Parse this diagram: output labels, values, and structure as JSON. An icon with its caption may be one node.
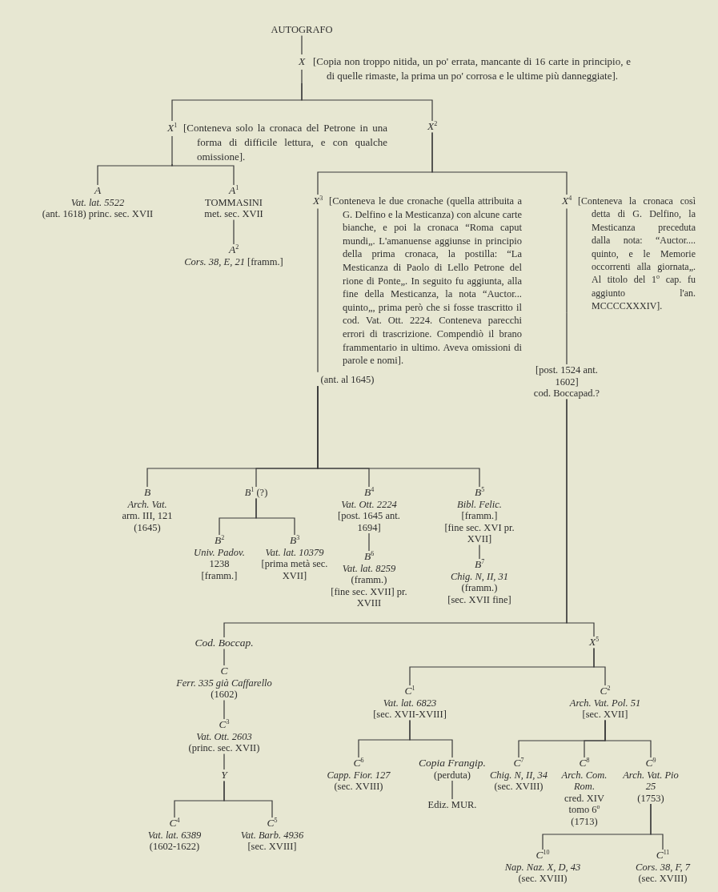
{
  "diagram": {
    "nodes": [
      {
        "text": [
          "AUTOGRAFO"
        ]
      },
      {
        "text": [
          "X",
          "[Copia non troppo nitida, un po' errata, mancante di 16 carte in principio, e di quelle rimaste, la prima un po' corrosa e le ultime più danneggiate]."
        ]
      },
      {
        "text": [
          "X$^{1}$",
          "[Conteneva solo la cronaca del Petrone in una forma di difficile lettura, e con qualche omissione]."
        ]
      },
      {
        "text": [
          "X$^{2}$"
        ]
      },
      {
        "text": [
          "A",
          "Vat. lat. 5522",
          "(ant. 1618) princ. sec. XVII"
        ]
      },
      {
        "text": [
          "A$^{1}$",
          "TOMMASINI",
          "met. sec. XVII"
        ]
      },
      {
        "text": [
          "A$^{2}$",
          "*Cors. 38, E, 21* [framm.]"
        ]
      },
      {
        "text": [
          "X$^{3}$",
          "[Conteneva le due cronache (quella attribuita a G. Delfino e la Mesticanza) con alcune carte bianche, e poi la cronaca “Roma caput mundi„. L'amanuense aggiunse in principio della prima cronaca, la postilla: “La Mesticanza di Paolo di Lello Petrone del rione di Ponte„. In seguito fu aggiunta, alla fine della Mesticanza, la nota “Auctor... quinto„, prima però che si fosse trascritto il cod. Vat. Ott. 2224. Conteneva parecchi errori di trascrizione. Compendiò il brano frammentario in ultimo. Aveva omissioni di parole e nomi]."
        ],
        "beside": [
          "(ant. al 1645)"
        ]
      },
      {
        "text": [
          "X$^{4}$",
          "[Conteneva la cronaca così detta di G. Delfino, la Mesticanza preceduta dalla nota: “Auctor.... quinto, e le Memorie occorrenti alla giornata„. Al titolo del 1$^{o}$ cap. fu aggiunto l'an. MCCCCXXXIV]."
        ]
      },
      {
        "text": [
          "B",
          "Arch. Vat.",
          "arm. III, 121",
          "(1645)"
        ]
      },
      {
        "text": [
          "*B*$^{1}$ (?)"
        ]
      },
      {
        "text": [
          "B$^{2}$",
          "Univ. Padov.",
          "1238",
          "[framm.]"
        ]
      },
      {
        "text": [
          "B$^{3}$",
          "Vat. lat. 10379",
          "[prima metà sec. XVII]"
        ]
      },
      {
        "text": [
          "B$^{4}$",
          "Vat. Ott. 2224",
          "[post. 1645 ant. 1694]"
        ]
      },
      {
        "text": [
          "B$^{6}$",
          "Vat. lat. 8259",
          "(framm.)",
          "[fine sec. XVII] pr. XVIII"
        ]
      },
      {
        "text": [
          "B$^{5}$",
          "Bibl. Felic.",
          "[framm.]",
          "[fine sec. XVI pr. XVII]"
        ]
      },
      {
        "text": [
          "B$^{7}$",
          "Chig. N, II, 31",
          "(framm.)",
          "[sec. XVII fine]"
        ]
      },
      {
        "text": [
          "[post. 1524 ant. 1602]",
          "cod. Boccapad.?"
        ]
      },
      {
        "text": [
          "Cod. Boccap."
        ]
      },
      {
        "text": [
          "C",
          "Ferr. 335 già Caffarello",
          "(1602)"
        ]
      },
      {
        "text": [
          "C$^{3}$",
          "Vat. Ott. 2603",
          "(princ. sec. XVII)"
        ]
      },
      {
        "text": [
          "Y"
        ]
      },
      {
        "text": [
          "C$^{4}$",
          "Vat. lat. 6389",
          "(1602-1622)"
        ]
      },
      {
        "text": [
          "C$^{5}$",
          "Vat. Barb. 4936",
          "[sec. XVIII]"
        ]
      },
      {
        "text": [
          "X$^{5}$"
        ]
      },
      {
        "text": [
          "C$^{1}$",
          "Vat. lat. 6823",
          "[sec. XVII-XVIII]"
        ]
      },
      {
        "text": [
          "C$^{2}$",
          "Arch. Vat. Pol. 51",
          "[sec. XVII]"
        ]
      },
      {
        "text": [
          "C$^{6}$",
          "Capp. Fior. 127",
          "(sec. XVIII)"
        ]
      },
      {
        "text": [
          "Copia Frangip.",
          "(perduta)"
        ]
      },
      {
        "text": [
          "Ediz. MUR."
        ]
      },
      {
        "text": [
          "C$^{7}$",
          "Chig. N, II, 34",
          "(sec. XVIII)"
        ]
      },
      {
        "text": [
          "C$^{8}$",
          "Arch. Com. Rom.",
          "cred. XIV",
          "tomo 6$^{o}$",
          "(1713)"
        ]
      },
      {
        "text": [
          "C$^{9}$",
          "Arch. Vat. Pio 25",
          "(1753)"
        ]
      },
      {
        "text": [
          "C$^{10}$",
          "Nap. Naz. X, D, 43",
          "(sec. XVIII)"
        ]
      },
      {
        "text": [
          "C$^{11}$",
          "Cors. 38, F, 7",
          "(sec. XVIII)"
        ]
      }
    ],
    "edges": [
      {
        "from": 0,
        "to": 1,
        "arrow": "none"
      },
      {
        "from": 1,
        "to": 2,
        "arrow": "none"
      },
      {
        "from": 1,
        "to": 3,
        "arrow": "none"
      },
      {
        "from": 2,
        "to": 4,
        "arrow": "none"
      },
      {
        "from": 2,
        "to": 5,
        "arrow": "none"
      },
      {
        "from": 5,
        "to": 6,
        "arrow": "none"
      },
      {
        "from": 3,
        "to": 7,
        "arrow": "none"
      },
      {
        "from": 3,
        "to": 8,
        "arrow": "none"
      },
      {
        "from": 7,
        "to": 9,
        "arrow": "none"
      },
      {
        "from": 7,
        "to": 10,
        "arrow": "none"
      },
      {
        "from": 7,
        "to": 13,
        "arrow": "none"
      },
      {
        "from": 7,
        "to": 15,
        "arrow": "none"
      },
      {
        "from": 10,
        "to": 11,
        "arrow": "none"
      },
      {
        "from": 10,
        "to": 12,
        "arrow": "none"
      },
      {
        "from": 13,
        "to": 14,
        "arrow": "none"
      },
      {
        "from": 15,
        "to": 16,
        "arrow": "none"
      },
      {
        "from": 8,
        "to": 17,
        "arrow": "none"
      },
      {
        "from": 17,
        "to": 18,
        "arrow": "none"
      },
      {
        "from": 17,
        "to": 24,
        "arrow": "none"
      },
      {
        "from": 18,
        "to": 19,
        "arrow": "none"
      },
      {
        "from": 19,
        "to": 20,
        "arrow": "none"
      },
      {
        "from": 20,
        "to": 21,
        "arrow": "none"
      },
      {
        "from": 21,
        "to": 22,
        "arrow": "none"
      },
      {
        "from": 21,
        "to": 23,
        "arrow": "none"
      },
      {
        "from": 24,
        "to": 25,
        "arrow": "none"
      },
      {
        "from": 24,
        "to": 26,
        "arrow": "none"
      },
      {
        "from": 25,
        "to": 27,
        "arrow": "none"
      },
      {
        "from": 25,
        "to": 28,
        "arrow": "none"
      },
      {
        "from": 28,
        "to": 29,
        "arrow": "none"
      },
      {
        "from": 26,
        "to": 30,
        "arrow": "none"
      },
      {
        "from": 26,
        "to": 31,
        "arrow": "none"
      },
      {
        "from": 26,
        "to": 32,
        "arrow": "none"
      },
      {
        "from": 32,
        "to": 33,
        "arrow": "none"
      },
      {
        "from": 32,
        "to": 34,
        "arrow": "none"
      }
    ]
  }
}
